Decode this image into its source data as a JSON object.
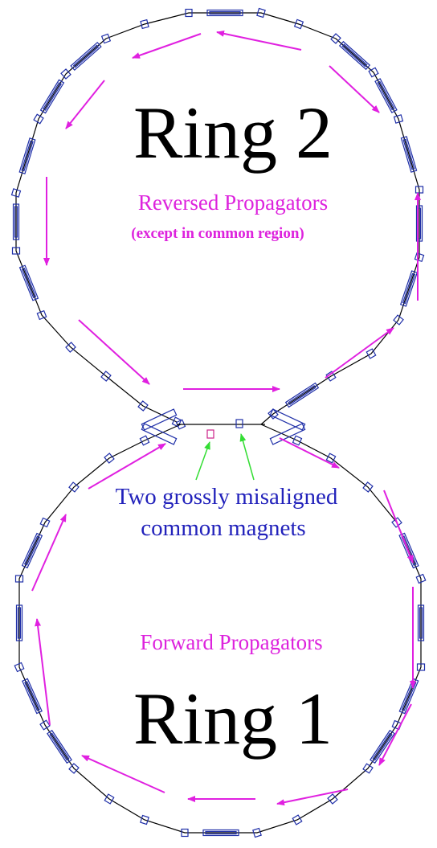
{
  "ring2": {
    "title": "Ring 2",
    "subtitle": "Reversed Propagators",
    "note": "(except in common region)"
  },
  "ring1": {
    "title": "Ring 1",
    "subtitle": "Forward Propagators"
  },
  "annotation": {
    "line1": "Two grossly misaligned",
    "line2": "common magnets"
  },
  "colors": {
    "lattice": "#000000",
    "magnet": "#1f2fa8",
    "arrow": "#e020e0",
    "pointer": "#33dd33",
    "misaligned_magnet": "#cc2288",
    "annotation_text": "#2222bb",
    "label_text": "#dd22dd"
  }
}
